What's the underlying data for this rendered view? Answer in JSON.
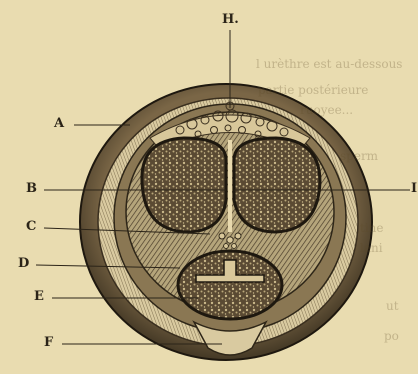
{
  "figure": {
    "title": "",
    "labels": {
      "H": "H.",
      "A": "A",
      "B": "B",
      "C": "C",
      "D": "D",
      "E": "E",
      "F": "F",
      "I": "I"
    }
  },
  "bleedthrough": {
    "line1": "l urèthre est au-dessous",
    "line2": "partie postérieure",
    "line3": "ruoyee...",
    "line4": "sperm",
    "line5": "tine",
    "line6": "lani",
    "line7": "ut",
    "line8": "po"
  },
  "colors": {
    "paper": "#e9dcb0",
    "ink": "#2b2418"
  }
}
